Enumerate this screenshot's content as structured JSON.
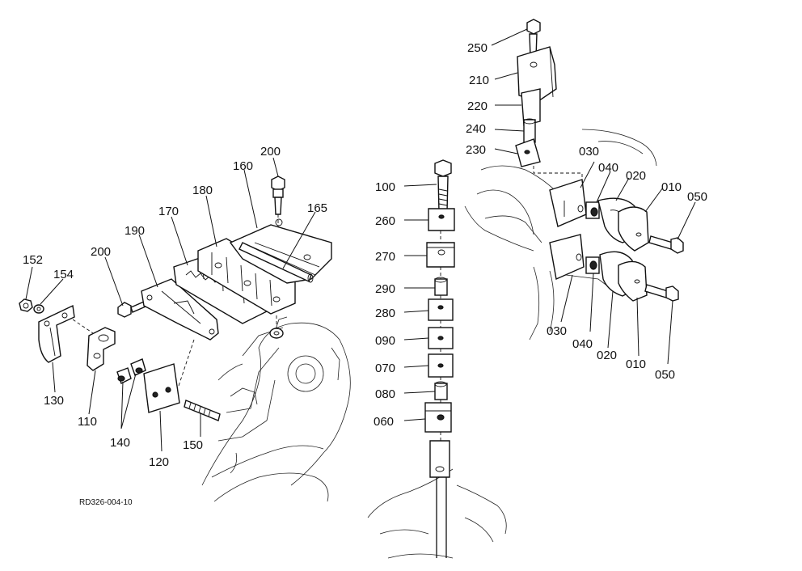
{
  "drawing_code": "RD326-004-10",
  "labels": {
    "p010a": "010",
    "p010b": "010",
    "p020a": "020",
    "p020b": "020",
    "p030a": "030",
    "p030b": "030",
    "p040a": "040",
    "p040b": "040",
    "p050a": "050",
    "p050b": "050",
    "p060": "060",
    "p070": "070",
    "p080": "080",
    "p090": "090",
    "p100": "100",
    "p110": "110",
    "p120": "120",
    "p130": "130",
    "p140": "140",
    "p150": "150",
    "p152": "152",
    "p154": "154",
    "p160": "160",
    "p165": "165",
    "p170": "170",
    "p180": "180",
    "p190": "190",
    "p200a": "200",
    "p200b": "200",
    "p210": "210",
    "p220": "220",
    "p230": "230",
    "p240": "240",
    "p250": "250",
    "p260": "260",
    "p270": "270",
    "p280": "280",
    "p290": "290"
  }
}
